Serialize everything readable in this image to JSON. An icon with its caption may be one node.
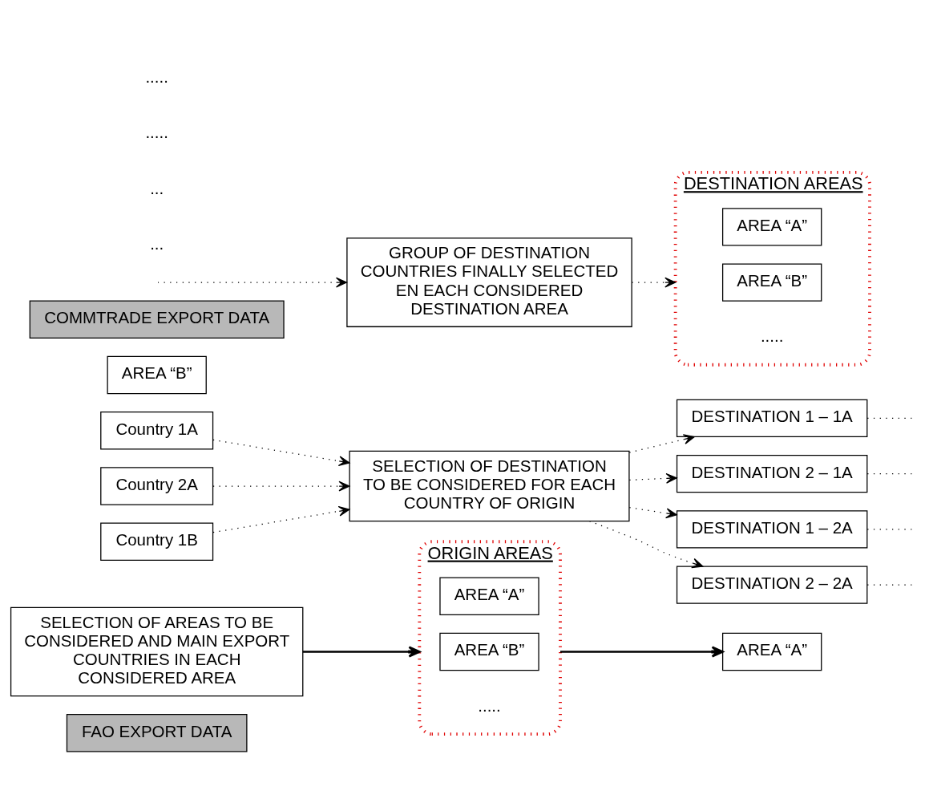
{
  "diagram": {
    "nodes": [
      {
        "text": [
          "FAO EXPORT DATA"
        ]
      },
      {
        "text": [
          "SELECTION OF AREAS TO BE CONSIDERED AND MAIN EXPORT COUNTRIES IN EACH CONSIDERED AREA"
        ]
      },
      {
        "text": [
          "ORIGIN AREAS"
        ]
      },
      {
        "text": [
          "AREA “A”"
        ],
        "in": 2
      },
      {
        "text": [
          "AREA “B”"
        ],
        "in": 2
      },
      {
        "text": [
          "AREA “A”"
        ]
      },
      {
        "text": [
          "Country 1A"
        ]
      },
      {
        "text": [
          "Country 2A"
        ]
      },
      {
        "text": [
          "AREA “B”"
        ]
      },
      {
        "text": [
          "Country 1B"
        ]
      },
      {
        "text": [
          "COMMTRADE EXPORT DATA"
        ]
      },
      {
        "text": [
          "SELECTION OF DESTINATION TO BE CONSIDERED FOR EACH COUNTRY OF ORIGIN"
        ]
      },
      {
        "text": [
          "DESTINATION 1 – 1A"
        ]
      },
      {
        "text": [
          "DESTINATION 2 – 1A"
        ]
      },
      {
        "text": [
          "DESTINATION 1 – 2A"
        ]
      },
      {
        "text": [
          "DESTINATION 2 – 2A"
        ]
      },
      {
        "text": [
          "DESTINATION AREAS"
        ]
      },
      {
        "text": [
          "AREA “A”"
        ],
        "in": 16
      },
      {
        "text": [
          "AREA “B”"
        ],
        "in": 16
      },
      {
        "text": [
          "GROUP OF DESTINATION COUNTRIES FINALLY SELECTED EN EACH CONSIDERED DESTINATION AREA"
        ]
      }
    ],
    "edges": [
      {
        "from": 1,
        "to": 2,
        "arrow": "to"
      },
      {
        "from": 2,
        "to": 5,
        "arrow": "to"
      },
      {
        "from": 6,
        "to": 11,
        "arrow": "to",
        "style": "dashed"
      },
      {
        "from": 7,
        "to": 11,
        "arrow": "to",
        "style": "dashed"
      },
      {
        "from": 9,
        "to": 11,
        "arrow": "to",
        "style": "dashed"
      },
      {
        "from": 11,
        "to": 12,
        "arrow": "to",
        "style": "dashed"
      },
      {
        "from": 11,
        "to": 13,
        "arrow": "to",
        "style": "dashed"
      },
      {
        "from": 11,
        "to": 14,
        "arrow": "to",
        "style": "dashed"
      },
      {
        "from": 11,
        "to": 15,
        "arrow": "to",
        "style": "dashed"
      },
      {
        "from": 12,
        "to": null,
        "arrow": "none",
        "style": "dashed"
      },
      {
        "from": 13,
        "to": null,
        "arrow": "none",
        "style": "dashed"
      },
      {
        "from": 14,
        "to": null,
        "arrow": "none",
        "style": "dashed"
      },
      {
        "from": 15,
        "to": null,
        "arrow": "none",
        "style": "dashed"
      },
      {
        "from": null,
        "to": 19,
        "arrow": "to",
        "style": "dashed"
      },
      {
        "from": 19,
        "to": 16,
        "arrow": "to",
        "style": "dashed"
      }
    ],
    "labels": [
      ".....",
      "...",
      "...",
      ".....",
      ".....",
      "....."
    ]
  }
}
